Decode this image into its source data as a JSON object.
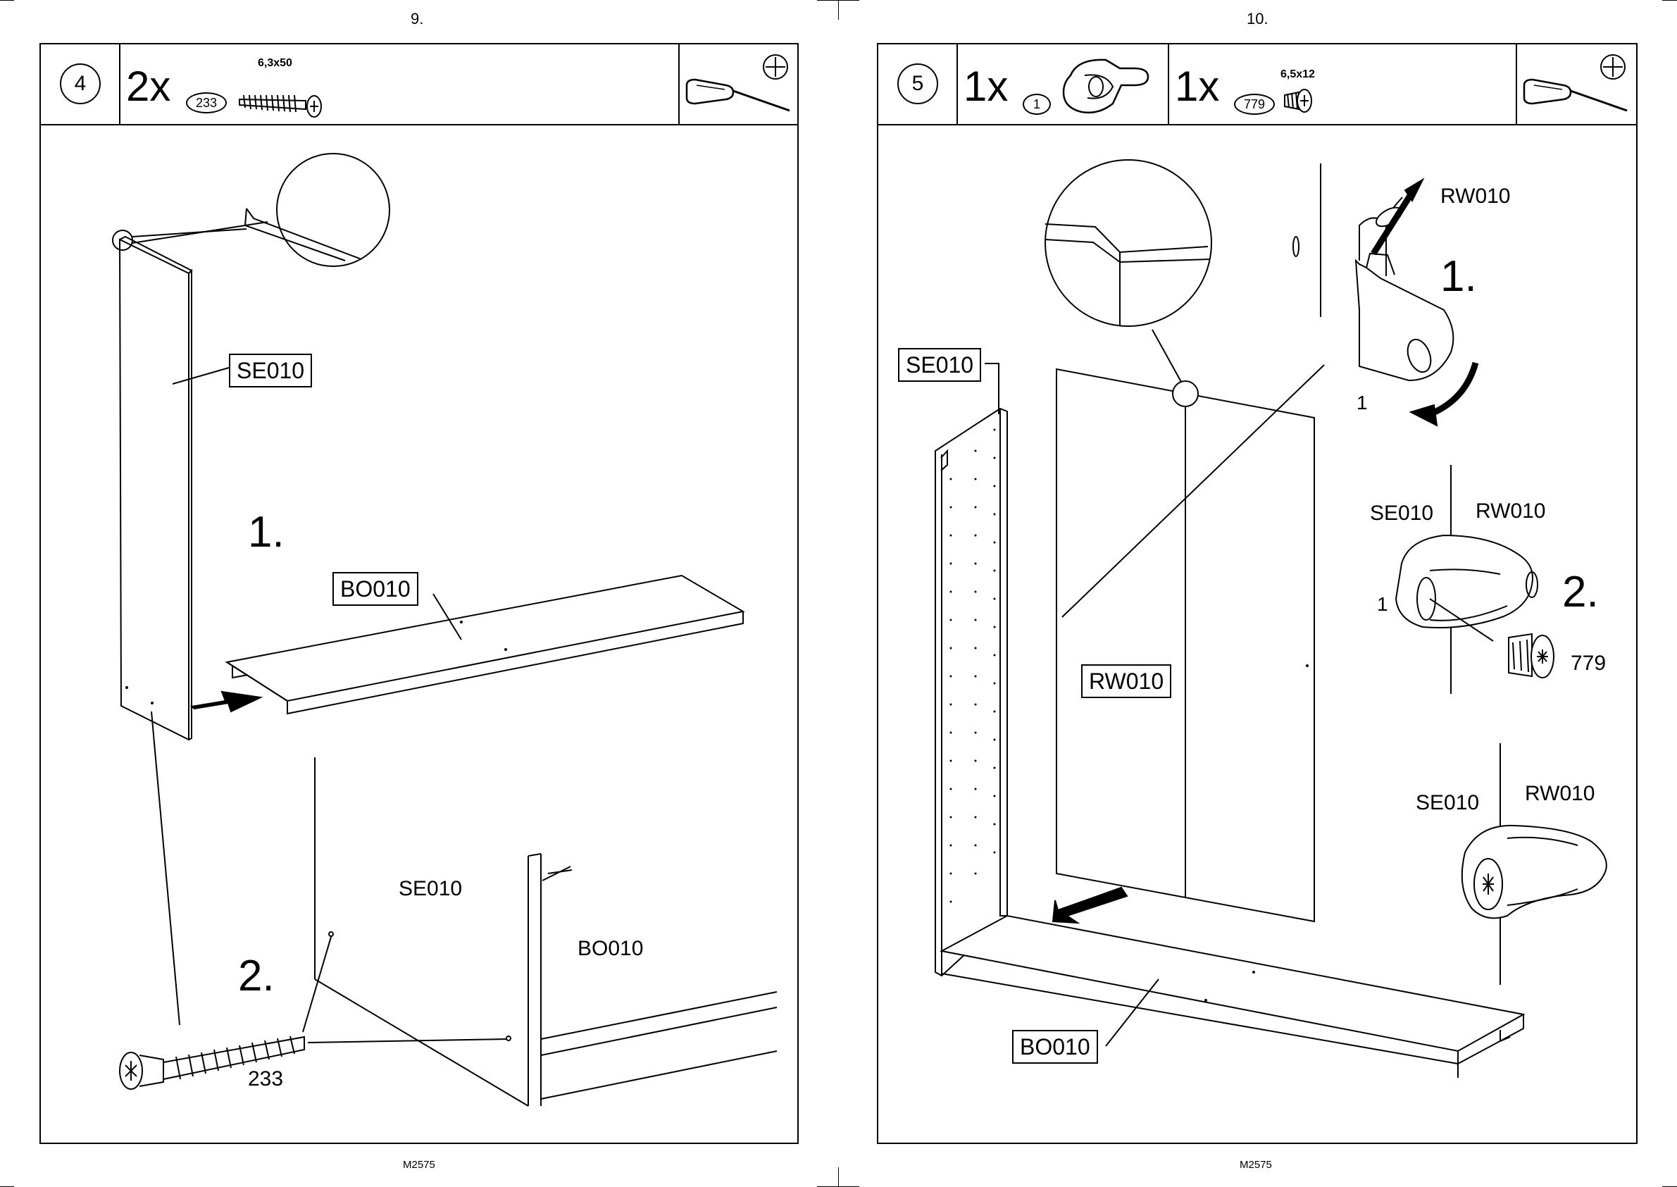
{
  "pages": [
    {
      "page_number": "9.",
      "footer": "M2575",
      "step": "4",
      "hardware": [
        {
          "qty": "2x",
          "part_no": "233",
          "size": "6,3x50",
          "icon": "long-screw-icon"
        }
      ],
      "tool_icons": [
        "screwdriver-icon",
        "phillips-head-icon"
      ],
      "labels": {
        "side_panel_top": "SE010",
        "bottom_panel_top": "BO010",
        "side_panel_detail": "SE010",
        "bottom_panel_detail": "BO010",
        "screw_number": "233",
        "sub_step_1": "1.",
        "sub_step_2": "2."
      }
    },
    {
      "page_number": "10.",
      "footer": "M2575",
      "step": "5",
      "hardware": [
        {
          "qty": "1x",
          "part_no": "1",
          "size": "",
          "icon": "cam-connector-icon"
        },
        {
          "qty": "1x",
          "part_no": "779",
          "size": "6,5x12",
          "icon": "short-screw-icon"
        }
      ],
      "tool_icons": [
        "screwdriver-icon",
        "phillips-head-icon"
      ],
      "labels": {
        "side_panel": "SE010",
        "back_panel": "RW010",
        "bottom_panel": "BO010",
        "detail1_part": "RW010",
        "detail1_step": "1.",
        "detail1_connector": "1",
        "detail2_side": "SE010",
        "detail2_back": "RW010",
        "detail2_connector": "1",
        "detail2_step": "2.",
        "detail2_screw": "779",
        "detail3_side": "SE010",
        "detail3_back": "RW010"
      }
    }
  ]
}
